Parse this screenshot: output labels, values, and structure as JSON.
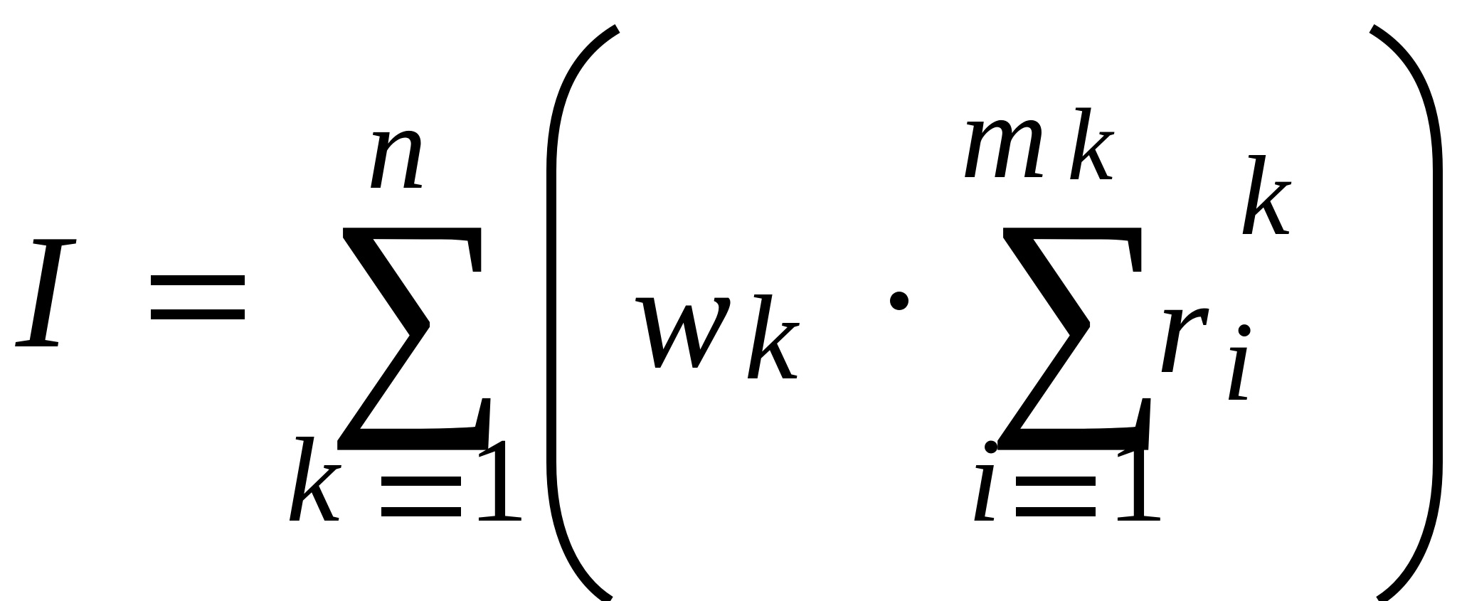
{
  "formula": {
    "lhs": "I",
    "equals": "=",
    "outer_sum": {
      "operator": "∑",
      "upper": "n",
      "lower_var": "k",
      "lower_equals": "=",
      "lower_value": "1"
    },
    "weight": {
      "base": "w",
      "subscript": "k"
    },
    "dot": "·",
    "inner_sum": {
      "operator": "∑",
      "upper_base": "m",
      "upper_subscript": "k",
      "lower_var": "i",
      "lower_equals": "=",
      "lower_value": "1"
    },
    "term": {
      "base": "r",
      "subscript": "i",
      "superscript": "k"
    },
    "left_paren": "(",
    "right_paren": ")"
  }
}
